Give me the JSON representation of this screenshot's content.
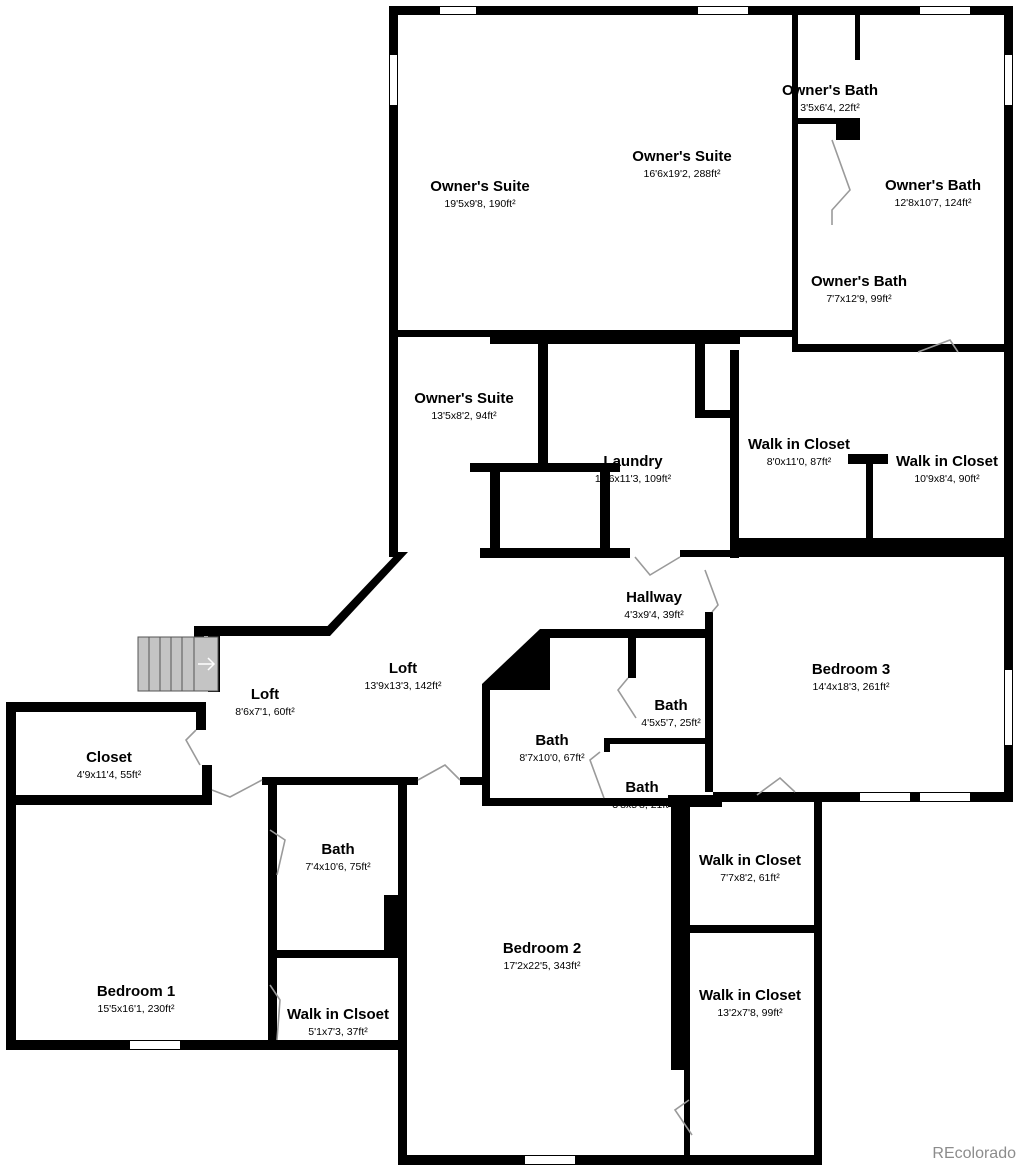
{
  "rooms": [
    {
      "id": "owners-suite-west",
      "name": "Owner's Suite",
      "dims": "19'5x9'8, 190ft²"
    },
    {
      "id": "owners-suite-main",
      "name": "Owner's Suite",
      "dims": "16'6x19'2, 288ft²"
    },
    {
      "id": "owners-bath-small",
      "name": "Owner's Bath",
      "dims": "3'5x6'4, 22ft²"
    },
    {
      "id": "owners-bath-east",
      "name": "Owner's Bath",
      "dims": "12'8x10'7, 124ft²"
    },
    {
      "id": "owners-bath-south",
      "name": "Owner's Bath",
      "dims": "7'7x12'9, 99ft²"
    },
    {
      "id": "owners-suite-hall",
      "name": "Owner's Suite",
      "dims": "13'5x8'2, 94ft²"
    },
    {
      "id": "laundry",
      "name": "Laundry",
      "dims": "12'6x11'3, 109ft²"
    },
    {
      "id": "walk-in-closet-1",
      "name": "Walk in Closet",
      "dims": "8'0x11'0, 87ft²"
    },
    {
      "id": "walk-in-closet-2",
      "name": "Walk in Closet",
      "dims": "10'9x8'4, 90ft²"
    },
    {
      "id": "hallway",
      "name": "Hallway",
      "dims": "4'3x9'4, 39ft²"
    },
    {
      "id": "loft-main",
      "name": "Loft",
      "dims": "13'9x13'3, 142ft²"
    },
    {
      "id": "loft-west",
      "name": "Loft",
      "dims": "8'6x7'1, 60ft²"
    },
    {
      "id": "bedroom-3",
      "name": "Bedroom 3",
      "dims": "14'4x18'3, 261ft²"
    },
    {
      "id": "bath-upper",
      "name": "Bath",
      "dims": "4'5x5'7, 25ft²"
    },
    {
      "id": "bath-left",
      "name": "Bath",
      "dims": "8'7x10'0, 67ft²"
    },
    {
      "id": "bath-lower",
      "name": "Bath",
      "dims": "3'8x5'8, 21ft²"
    },
    {
      "id": "closet",
      "name": "Closet",
      "dims": "4'9x11'4, 55ft²"
    },
    {
      "id": "bath-west",
      "name": "Bath",
      "dims": "7'4x10'6, 75ft²"
    },
    {
      "id": "walk-in-closet-3",
      "name": "Walk in Closet",
      "dims": "7'7x8'2, 61ft²"
    },
    {
      "id": "bedroom-2",
      "name": "Bedroom 2",
      "dims": "17'2x22'5, 343ft²"
    },
    {
      "id": "walk-in-closet-4",
      "name": "Walk in Closet",
      "dims": "13'2x7'8, 99ft²"
    },
    {
      "id": "bedroom-1",
      "name": "Bedroom 1",
      "dims": "15'5x16'1, 230ft²"
    },
    {
      "id": "walk-in-closet-5",
      "name": "Walk in Clsoet",
      "dims": "5'1x7'3, 37ft²"
    }
  ],
  "watermark": "REcolorado",
  "colors": {
    "wall": "#000000",
    "door": "#9a9a9a",
    "stair": "#c4c4c4",
    "watermark": "#8c8c8c"
  },
  "icons": {
    "stair_arrow": "arrow-right-icon"
  }
}
